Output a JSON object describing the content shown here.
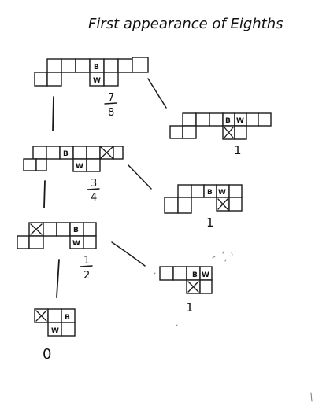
{
  "title": "First appearance of Eighths",
  "values": {
    "left_1": "7",
    "left_1_den": "8",
    "left_2": "3",
    "left_2_den": "4",
    "left_3": "1",
    "left_3_den": "2",
    "left_4": "0",
    "right_1": "1",
    "right_2": "1",
    "right_3": "1"
  },
  "marks": {
    "b": "B",
    "w": "W"
  }
}
